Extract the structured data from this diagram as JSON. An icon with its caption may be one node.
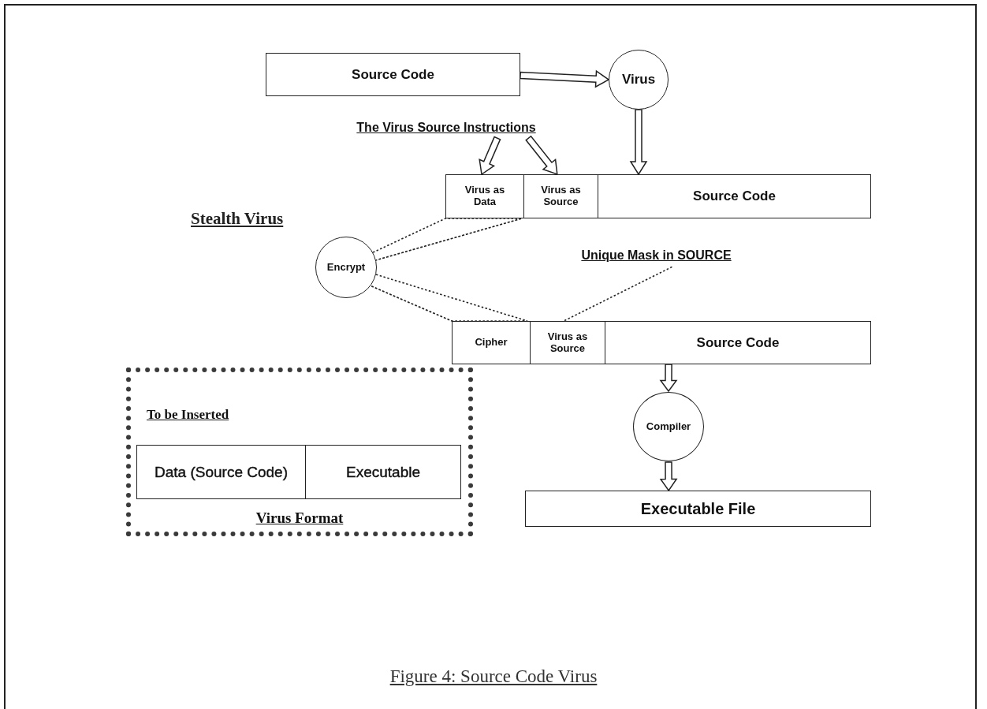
{
  "diagram": {
    "caption": "Figure 4: Source Code Virus",
    "nodes": [
      {
        "text": [
          "Source Code"
        ]
      },
      {
        "text": [
          "Virus"
        ]
      },
      {
        "text": [
          "The Virus Source Instructions"
        ]
      },
      {
        "text": [
          "Virus as Data"
        ]
      },
      {
        "text": [
          "Virus as Source"
        ]
      },
      {
        "text": [
          "Source Code"
        ]
      },
      {
        "text": [
          "Encrypt"
        ]
      },
      {
        "text": [
          "Unique Mask in SOURCE"
        ]
      },
      {
        "text": [
          "Cipher"
        ]
      },
      {
        "text": [
          "Virus as Source"
        ]
      },
      {
        "text": [
          "Source Code"
        ]
      },
      {
        "text": [
          "Compiler"
        ]
      },
      {
        "text": [
          "Executable File"
        ]
      },
      {
        "text": [
          "To be Inserted",
          "Virus Format"
        ]
      },
      {
        "text": [
          "Data (Source Code)"
        ],
        "in": 13
      },
      {
        "text": [
          "Executable"
        ],
        "in": 13
      }
    ],
    "edges": [
      {
        "from": 0,
        "to": 1,
        "arrow": "to"
      },
      {
        "from": 1,
        "to": 5,
        "arrow": "to"
      },
      {
        "from": 2,
        "to": 3,
        "arrow": "to"
      },
      {
        "from": 2,
        "to": 4,
        "arrow": "to"
      },
      {
        "from": 6,
        "to": 3,
        "arrow": "none",
        "style": "dashed"
      },
      {
        "from": 6,
        "to": 8,
        "arrow": "none",
        "style": "dashed"
      },
      {
        "from": 7,
        "to": 9,
        "arrow": "none",
        "style": "dashed"
      },
      {
        "from": 10,
        "to": 11,
        "arrow": "to"
      },
      {
        "from": 11,
        "to": 12,
        "arrow": "to"
      }
    ],
    "labels": [
      "Stealth Virus"
    ]
  }
}
